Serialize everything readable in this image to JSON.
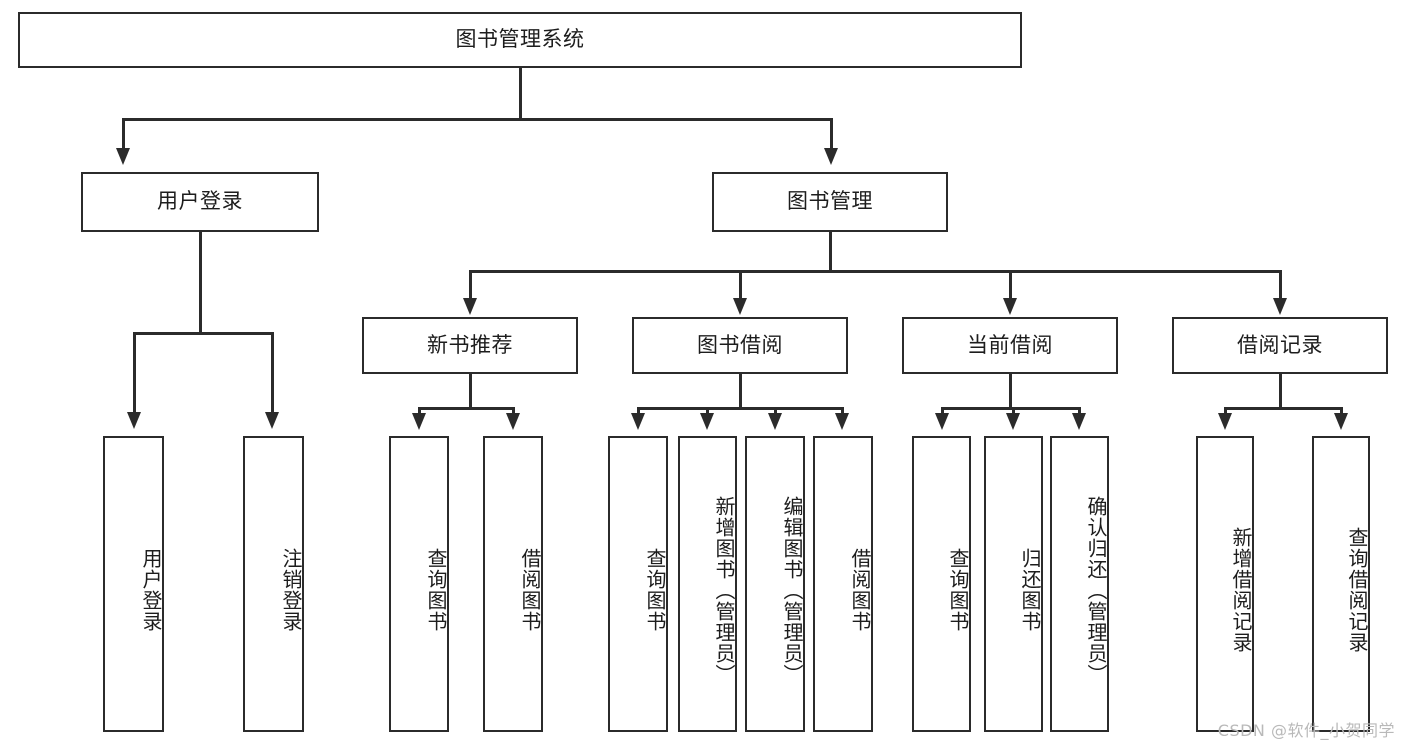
{
  "diagram": {
    "title": "图书管理系统",
    "root": {
      "label": "图书管理系统"
    },
    "level2": [
      {
        "label": "用户登录"
      },
      {
        "label": "图书管理"
      }
    ],
    "level3": [
      {
        "label": "新书推荐"
      },
      {
        "label": "图书借阅"
      },
      {
        "label": "当前借阅"
      },
      {
        "label": "借阅记录"
      }
    ],
    "leaves": {
      "user_login": [
        {
          "label": "用户登录"
        },
        {
          "label": "注销登录"
        }
      ],
      "new_book_recommend": [
        {
          "label": "查询图书"
        },
        {
          "label": "借阅图书"
        }
      ],
      "book_borrow": [
        {
          "label": "查询图书"
        },
        {
          "label": "新增图书（管理员）"
        },
        {
          "label": "编辑图书（管理员）"
        },
        {
          "label": "借阅图书"
        }
      ],
      "current_borrow": [
        {
          "label": "查询图书"
        },
        {
          "label": "归还图书"
        },
        {
          "label": "确认归还（管理员）"
        }
      ],
      "borrow_record": [
        {
          "label": "新增借阅记录"
        },
        {
          "label": "查询借阅记录"
        }
      ]
    }
  },
  "watermark": {
    "text": "CSDN @软件_小贺同学"
  },
  "colors": {
    "stroke": "#2b2b2b",
    "background": "#ffffff",
    "text": "#1d1d1d",
    "watermark": "#b9b9b9"
  }
}
